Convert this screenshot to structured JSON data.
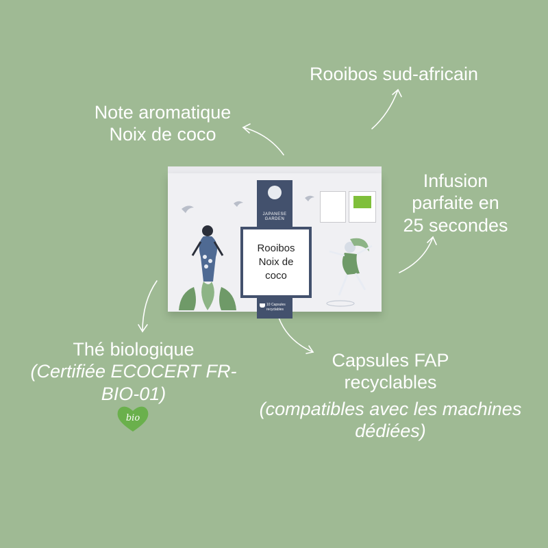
{
  "background_color": "#9fba94",
  "annotations": {
    "note_line1": "Note aromatique",
    "note_line2": "Noix de coco",
    "rooibos": "Rooibos sud-africain",
    "infusion_line1": "Infusion",
    "infusion_line2": "parfaite en",
    "infusion_line3": "25 secondes",
    "bio_title": "Thé biologique",
    "bio_cert_line1": "(Certifiée ECOCERT FR-",
    "bio_cert_line2": "BIO-01)",
    "capsules_line1": "Capsules FAP",
    "capsules_line2": "recyclables",
    "capsules_note_line1": "(compatibles avec les machines",
    "capsules_note_line2": "dédiées)"
  },
  "product": {
    "brand_line1": "JAPANESE",
    "brand_line2": "GARDEN",
    "label_line1": "Rooibos",
    "label_line2": "Noix de",
    "label_line3": "coco",
    "capsules_text_line1": "10 Capsules",
    "capsules_text_line2": "recyclables",
    "box_color": "#f0f0f3",
    "accent_color": "#43516d",
    "leaf_color": "#6f9a68"
  },
  "bio_logo": {
    "text": "bio",
    "color": "#6ab04c"
  },
  "icons": [
    "curved-arrow-icon",
    "eu-organic-leaf-icon",
    "bio-heart-icon"
  ]
}
